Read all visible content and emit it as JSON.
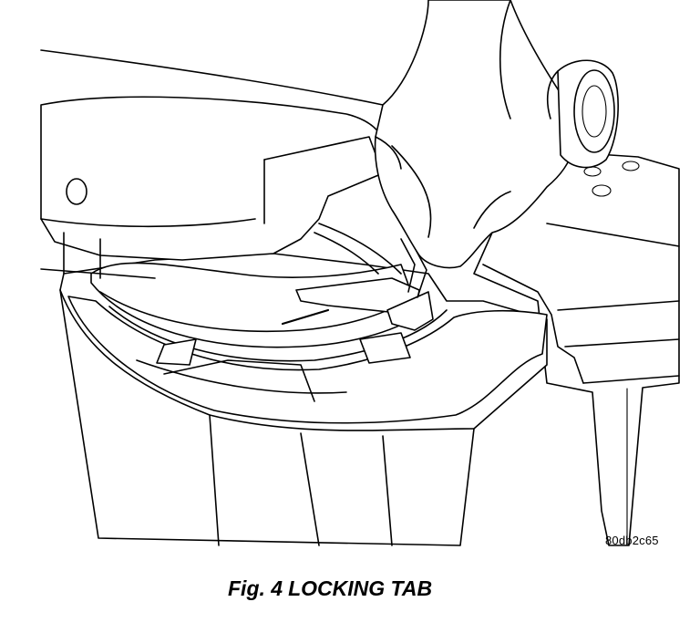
{
  "figure": {
    "code": "80db2c65",
    "caption_prefix": "Fig. 4",
    "caption_title": "LOCKING TAB"
  },
  "colors": {
    "line": "#000000",
    "background": "#ffffff"
  }
}
